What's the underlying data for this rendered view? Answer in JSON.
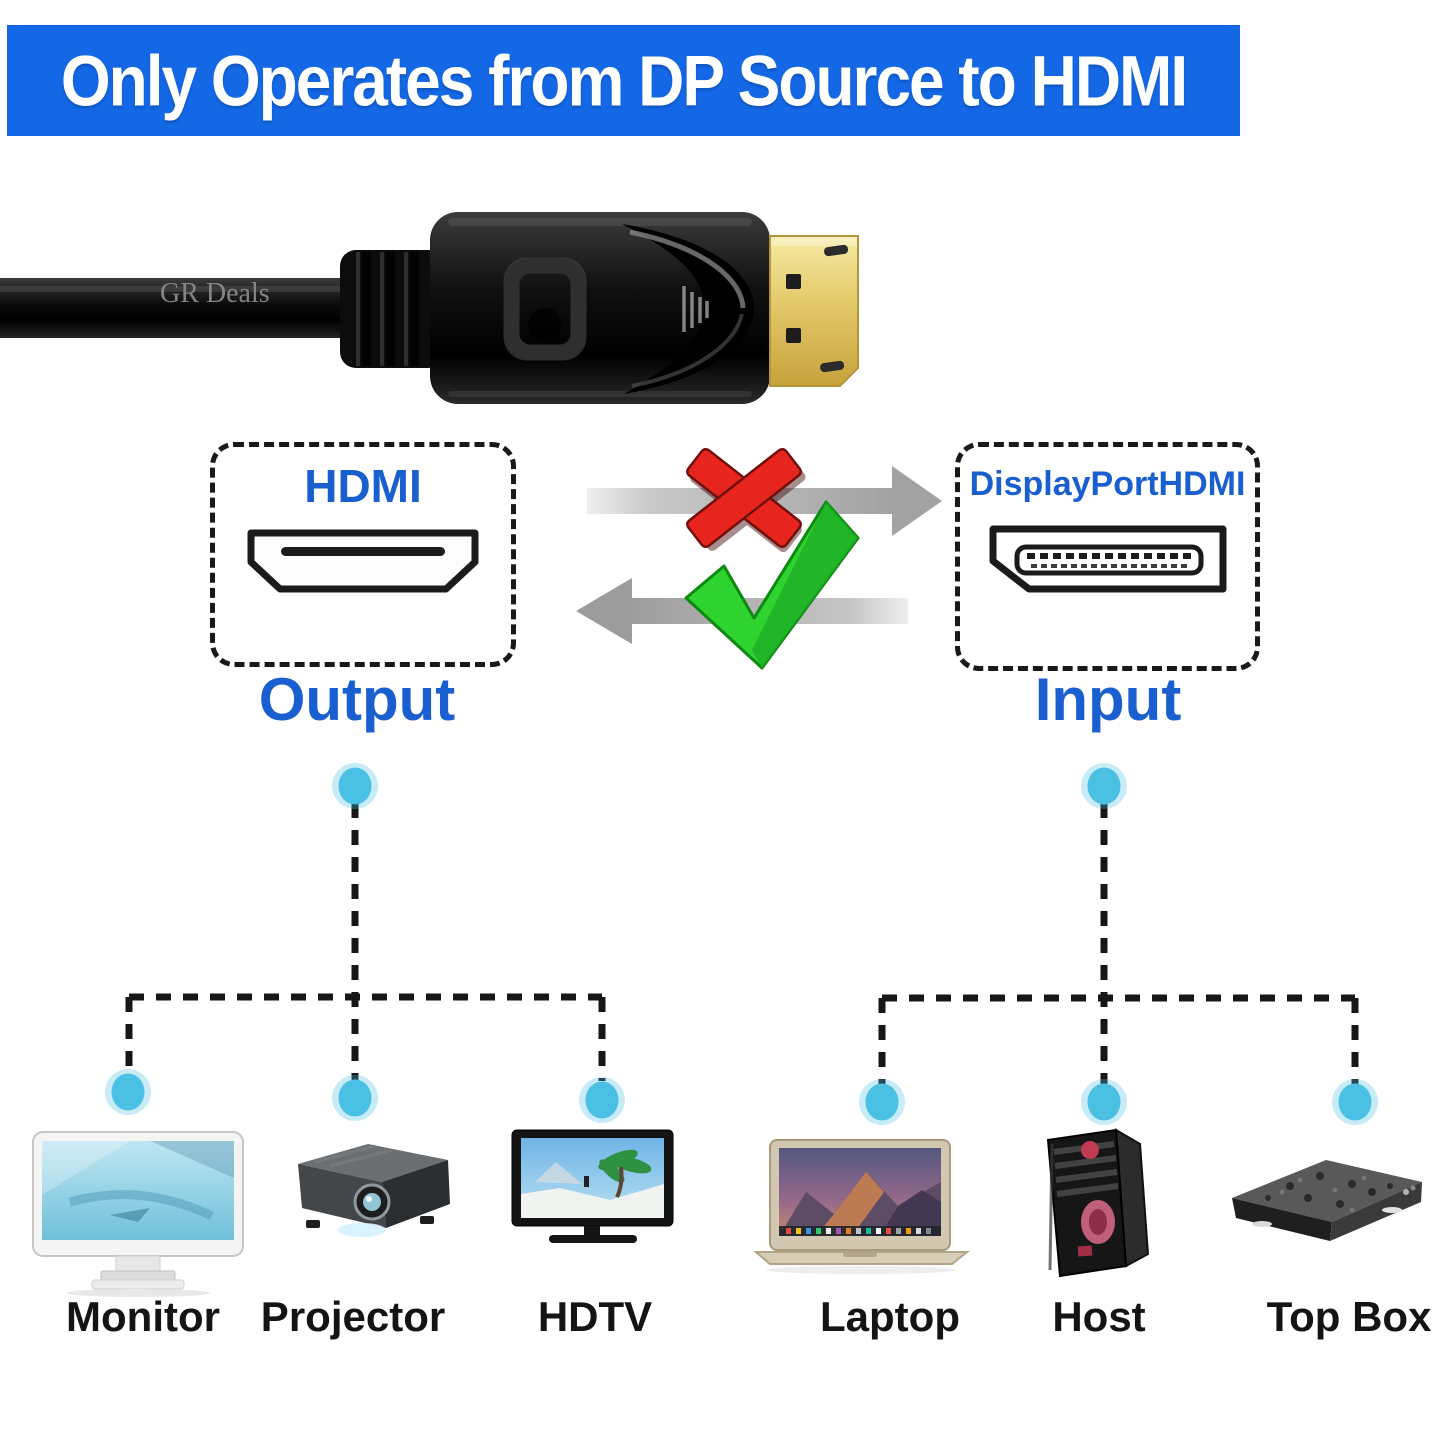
{
  "banner": {
    "text": "Only Operates from DP Source to HDMI",
    "bg_color": "#1468E6",
    "text_color": "#FFFFFF"
  },
  "watermark": "GR Deals",
  "boxes": {
    "output": {
      "title": "HDMI",
      "caption": "Output",
      "icon": "hdmi-port-icon"
    },
    "input": {
      "title": "DisplayPortHDMI",
      "caption": "Input",
      "icon": "displayport-port-icon"
    }
  },
  "arrows": {
    "top": {
      "direction": "right",
      "status": "not-allowed",
      "icon": "red-cross-icon"
    },
    "bottom": {
      "direction": "left",
      "status": "allowed",
      "icon": "green-check-icon"
    }
  },
  "devices": [
    {
      "label": "Monitor"
    },
    {
      "label": "Projector"
    },
    {
      "label": "HDTV"
    },
    {
      "label": "Laptop"
    },
    {
      "label": "Host"
    },
    {
      "label": "Top Box"
    }
  ],
  "colors": {
    "banner_blue": "#1468E6",
    "accent_blue": "#1A5FD0",
    "dot_cyan": "#4AC0E4",
    "cross_red": "#E8241F",
    "check_green": "#2FD32F",
    "arrow_gray": "#A2A2A2",
    "line_black": "#171717",
    "connector_gold": "#DCBE5A"
  }
}
